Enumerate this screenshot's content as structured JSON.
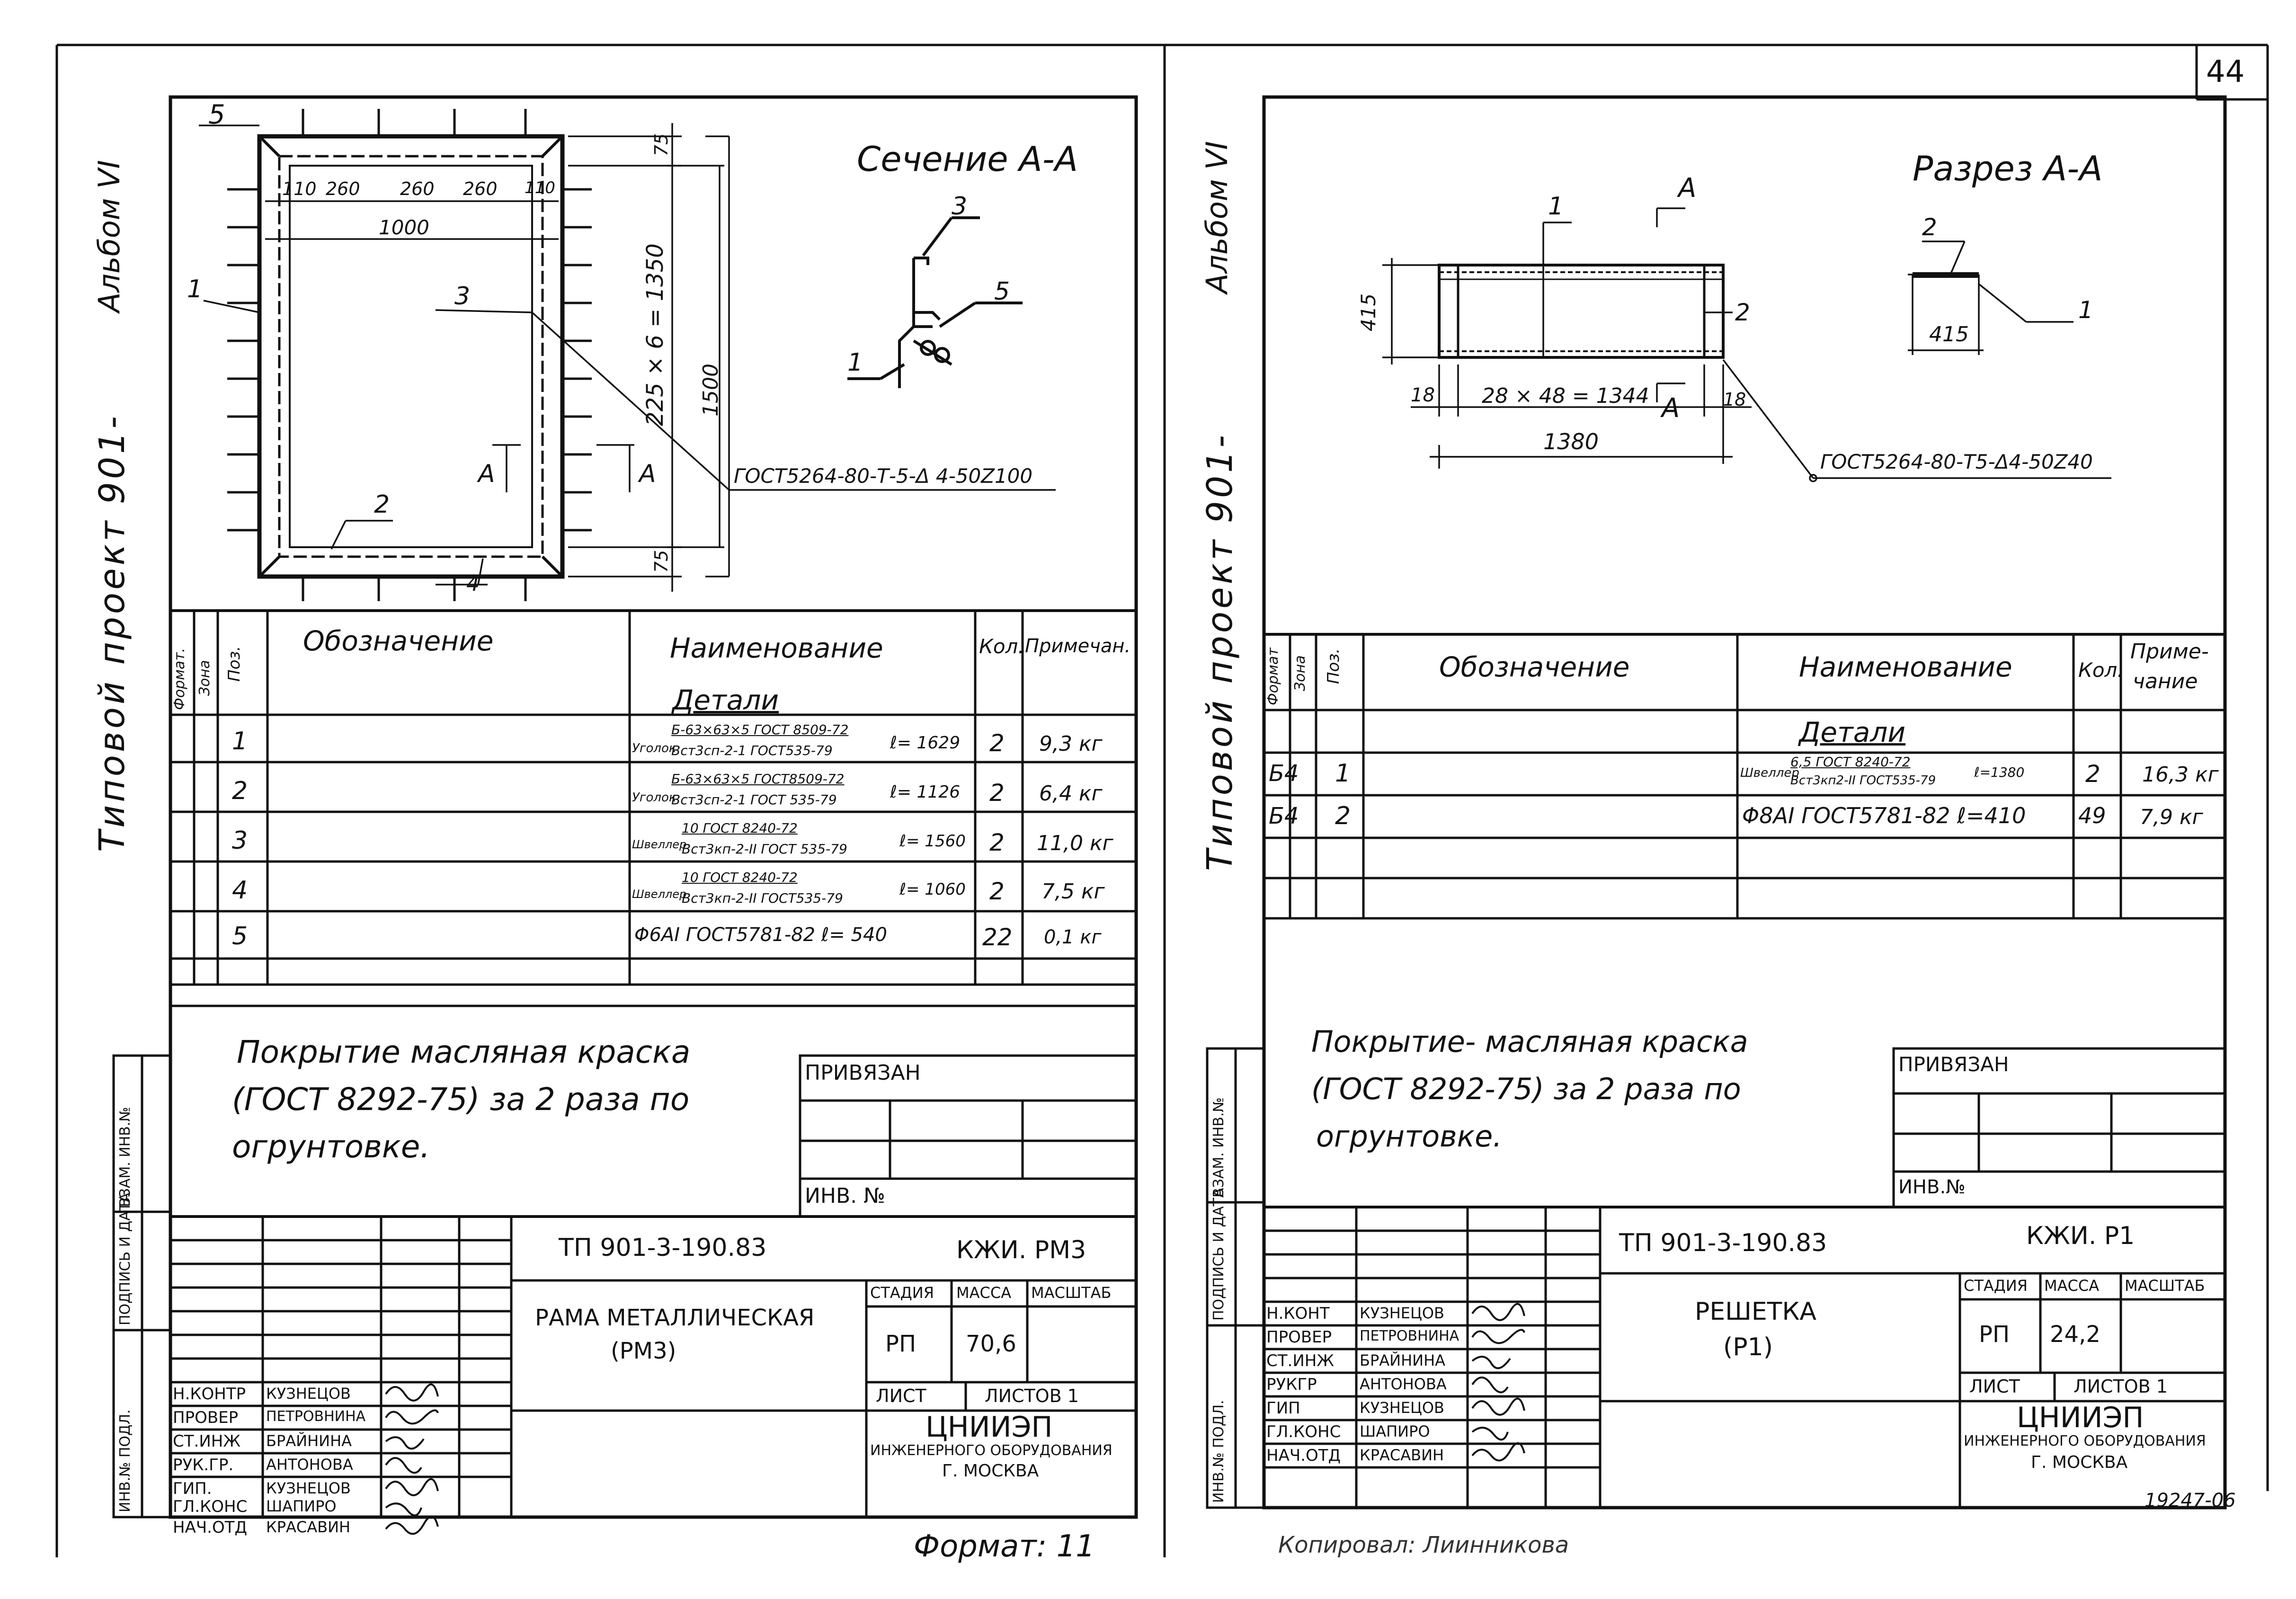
{
  "page_number": "44",
  "footer_format": "Формат: 11",
  "footer_copied": "Копировал: Лиинникова",
  "archive_number": "19247-06",
  "side_album": "Альбом VI",
  "side_project": "Типовой  проект  901-",
  "left": {
    "section_title": "Сечение  А-А",
    "dims": {
      "top_marker": "5",
      "d110a": "110",
      "d260a": "260",
      "d260b": "260",
      "d260c": "260",
      "d110b": "110",
      "d1000": "1000",
      "d75a": "75",
      "d1350": "225 × 6 = 1350",
      "d1500": "1500",
      "d75b": "75",
      "p1": "1",
      "p2": "2",
      "p3": "3",
      "p4": "4",
      "cutA1": "А",
      "cutA2": "А",
      "s3": "3",
      "s5": "5",
      "s1": "1",
      "weld": "ГОСТ5264-80-Т-5-Δ 4-50Z100"
    },
    "table_headers": {
      "format": "Формат.",
      "zone": "Зона",
      "pos": "Поз.",
      "designation": "Обозначение",
      "name": "Наименование",
      "qty": "Кол.",
      "note": "Примечан."
    },
    "section_label": "Детали",
    "rows": [
      {
        "pos": "1",
        "name_top": "Б-63×63×5 ГОСТ 8509-72",
        "name_bot": "Вст3сп-2-1 ГОСТ535-79",
        "prefix": "Уголок",
        "len": "ℓ= 1629",
        "qty": "2",
        "note": "9,3 кг"
      },
      {
        "pos": "2",
        "name_top": "Б-63×63×5 ГОСТ8509-72",
        "name_bot": "Вст3сп-2-1 ГОСТ 535-79",
        "prefix": "Уголок",
        "len": "ℓ= 1126",
        "qty": "2",
        "note": "6,4 кг"
      },
      {
        "pos": "3",
        "name_top": "10 ГОСТ 8240-72",
        "name_bot": "Вст3кп-2-II ГОСТ 535-79",
        "prefix": "Швеллер",
        "len": "ℓ= 1560",
        "qty": "2",
        "note": "11,0 кг"
      },
      {
        "pos": "4",
        "name_top": "10 ГОСТ 8240-72",
        "name_bot": "Вст3кп-2-II ГОСТ535-79",
        "prefix": "Швеллер",
        "len": "ℓ= 1060",
        "qty": "2",
        "note": "7,5 кг"
      },
      {
        "pos": "5",
        "name_top": "",
        "name_bot": "",
        "prefix": "",
        "len": "Φ6АI ГОСТ5781-82   ℓ= 540",
        "qty": "22",
        "note": "0,1 кг"
      }
    ],
    "coating_1": "Покрытие  масляная  краска",
    "coating_2": "(ГОСТ 8292-75)  за  2  раза  по",
    "coating_3": "огрунтовке.",
    "bound_label": "ПРИВЯЗАН",
    "inv_label": "ИНВ. №",
    "stamp_code": "ТП  901-3-190.83",
    "stamp_mark": "КЖИ. РМ3",
    "stamp_title_1": "РАМА  МЕТАЛЛИЧЕСКАЯ",
    "stamp_title_2": "(РМ3)",
    "h_stage": "СТАДИЯ",
    "h_mass": "МАССА",
    "h_scale": "МАСШТАБ",
    "stage": "РП",
    "mass": "70,6",
    "sheet": "ЛИСТ",
    "sheets": "ЛИСТОВ 1",
    "org_1": "ЦНИИЭП",
    "org_2": "ИНЖЕНЕРНОГО ОБОРУДОВАНИЯ",
    "org_3": "Г. МОСКВА",
    "sign_roles": [
      "Н.КОНТР",
      "ПРОВЕР",
      "СТ.ИНЖ",
      "РУК.ГР.",
      "ГИП.",
      "ГЛ.КОНС",
      "НАЧ.ОТД"
    ],
    "sign_names": [
      "КУЗНЕЦОВ",
      "ПЕТРОВНИНА",
      "БРАЙНИНА",
      "АНТОНОВА",
      "КУЗНЕЦОВ",
      "ШАПИРО",
      "КРАСАВИН"
    ]
  },
  "right": {
    "section_title": "Разрез  А-А",
    "dims": {
      "p1": "1",
      "cutA1": "А",
      "cutA2": "А",
      "h415": "415",
      "p2": "2",
      "d18a": "18",
      "d1344": "28 × 48 = 1344",
      "d18b": "18",
      "d1380": "1380",
      "s2": "2",
      "s1": "1",
      "s415": "415",
      "weld": "ГОСТ5264-80-Т5-Δ4-50Z40"
    },
    "table_headers": {
      "format": "Формат",
      "zone": "Зона",
      "pos": "Поз.",
      "designation": "Обозначение",
      "name": "Наименование",
      "qty": "Кол.",
      "note_1": "Приме-",
      "note_2": "чание"
    },
    "section_label": "Детали",
    "rows": [
      {
        "format": "Б4",
        "pos": "1",
        "prefix": "Швеллер",
        "name_top": "6,5 ГОСТ 8240-72",
        "name_bot": "Вст3кп2-II ГОСТ535-79",
        "len": "ℓ=1380",
        "qty": "2",
        "note": "16,3 кг"
      },
      {
        "format": "Б4",
        "pos": "2",
        "prefix": "",
        "name_top": "",
        "name_bot": "",
        "len": "Φ8АI ГОСТ5781-82   ℓ=410",
        "qty": "49",
        "note": "7,9 кг"
      }
    ],
    "coating_1": "Покрытие-  масляная  краска",
    "coating_2": "(ГОСТ 8292-75)  за  2  раза   по",
    "coating_3": "огрунтовке.",
    "bound_label": "ПРИВЯЗАН",
    "inv_label": "ИНВ.№",
    "stamp_code": "ТП  901-3-190.83",
    "stamp_mark": "КЖИ.  Р1",
    "stamp_title_1": "РЕШЕТКА",
    "stamp_title_2": "(Р1)",
    "h_stage": "СТАДИЯ",
    "h_mass": "МАССА",
    "h_scale": "МАСШТАБ",
    "stage": "РП",
    "mass": "24,2",
    "sheet": "ЛИСТ",
    "sheets": "ЛИСТОВ 1",
    "org_1": "ЦНИИЭП",
    "org_2": "ИНЖЕНЕРНОГО ОБОРУДОВАНИЯ",
    "org_3": "Г. МОСКВА",
    "sign_roles": [
      "Н.КОНТ",
      "ПРОВЕР",
      "СТ.ИНЖ",
      "РУКГР",
      "ГИП",
      "ГЛ.КОНС",
      "НАЧ.ОТД"
    ],
    "sign_names": [
      "КУЗНЕЦОВ",
      "ПЕТРОВНИНА",
      "БРАЙНИНА",
      "АНТОНОВА",
      "КУЗНЕЦОВ",
      "ШАПИРО",
      "КРАСАВИН"
    ]
  },
  "side_stamp_labels": [
    "ИНВ.№ ПОДЛ.",
    "ПОДПИСЬ И ДАТА",
    "ВЗАМ. ИНВ.№"
  ]
}
